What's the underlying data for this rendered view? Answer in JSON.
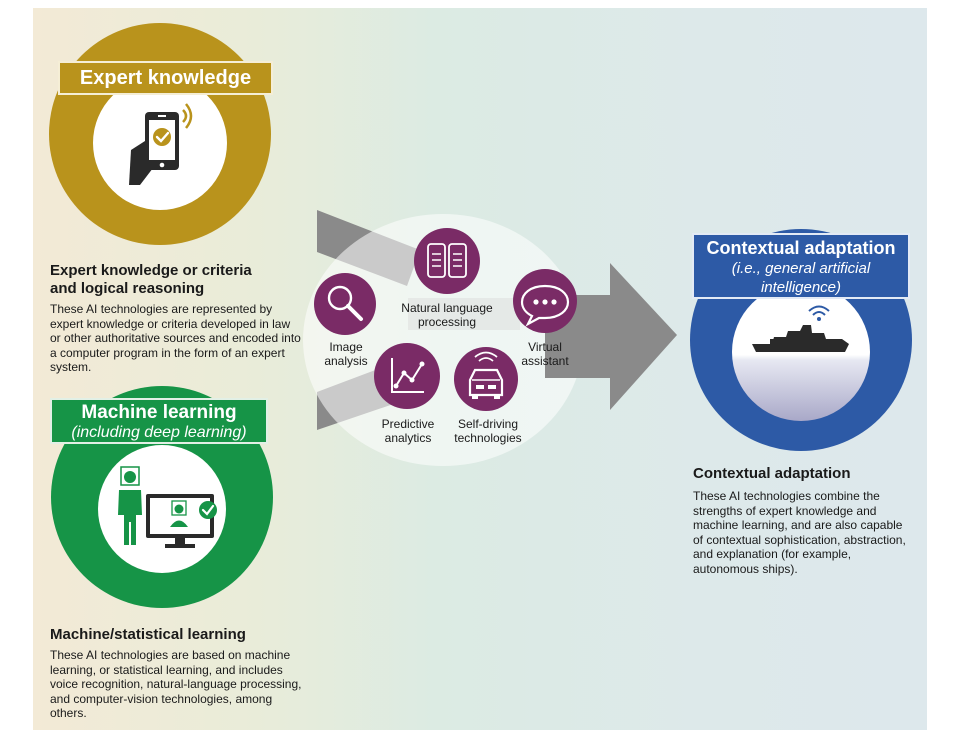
{
  "expert": {
    "banner": "Expert knowledge",
    "heading_line1": "Expert knowledge or criteria",
    "heading_line2": "and logical reasoning",
    "description": "These AI technologies are represented by expert knowledge or criteria developed in law or other authoritative sources and encoded into a computer program in the form of an expert system."
  },
  "machine": {
    "banner_line1": "Machine learning",
    "banner_line2": "(including deep learning)",
    "heading": "Machine/statistical learning",
    "description": "These AI technologies are based on machine learning, or statistical learning, and includes voice recognition, natural-language processing, and computer-vision technologies, among others."
  },
  "technologies": {
    "image_analysis": [
      "Image",
      "analysis"
    ],
    "natural_language": [
      "Natural language",
      "processing"
    ],
    "virtual_assistant": [
      "Virtual",
      "assistant"
    ],
    "predictive_analytics": [
      "Predictive",
      "analytics"
    ],
    "self_driving": [
      "Self-driving",
      "technologies"
    ]
  },
  "contextual": {
    "banner_line1": "Contextual adaptation",
    "banner_line2": "(i.e., general artificial",
    "banner_line3": "intelligence)",
    "heading": "Contextual adaptation",
    "description": "These AI technologies combine the strengths of expert knowledge and machine learning, and are also capable of contextual sophistication, abstraction, and explanation (for example, autonomous ships)."
  },
  "colors": {
    "expert_gold": "#b9931c",
    "machine_green": "#169447",
    "contextual_blue": "#2d5aa6",
    "tech_purple": "#7a2b66",
    "arrow_gray": "#8a8a8a"
  }
}
